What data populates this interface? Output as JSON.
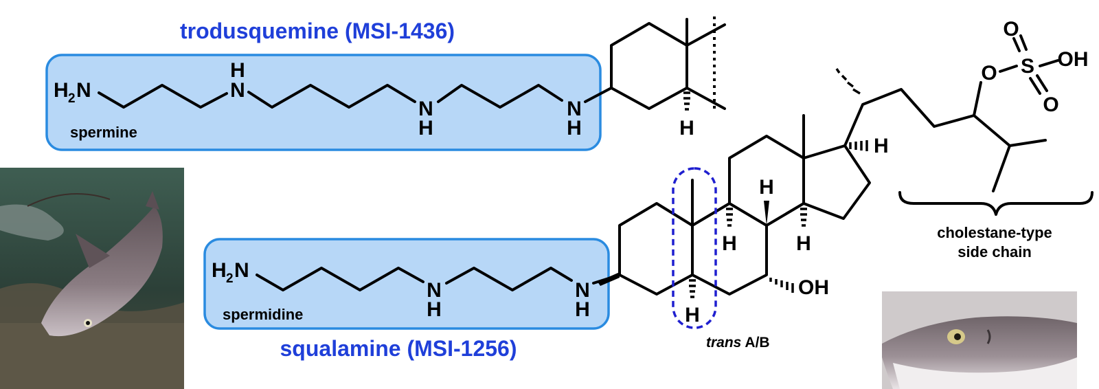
{
  "labels": {
    "trodusquemine": "trodusquemine (MSI-1436)",
    "squalamine": "squalamine (MSI-1256)",
    "spermine": "spermine",
    "spermidine": "spermidine",
    "side_chain_line1": "cholestane-type",
    "side_chain_line2": "side chain",
    "trans_italic": "trans",
    "trans_rest": " A/B"
  },
  "atoms": {
    "N": "N",
    "H": "H",
    "H2N_H": "H",
    "H2N_2": "2",
    "H2N_N": "N",
    "O": "O",
    "S": "S",
    "OH": "OH"
  },
  "photos": {
    "shark_underwater": "spiny dogfish shark photograph",
    "shark_head": "dogfish shark head photograph"
  },
  "colors": {
    "title_blue": "#1f3fd9",
    "box_fill": "#b7d7f7",
    "box_border": "#2a8be0",
    "dashed_highlight": "#1f1fcf"
  }
}
